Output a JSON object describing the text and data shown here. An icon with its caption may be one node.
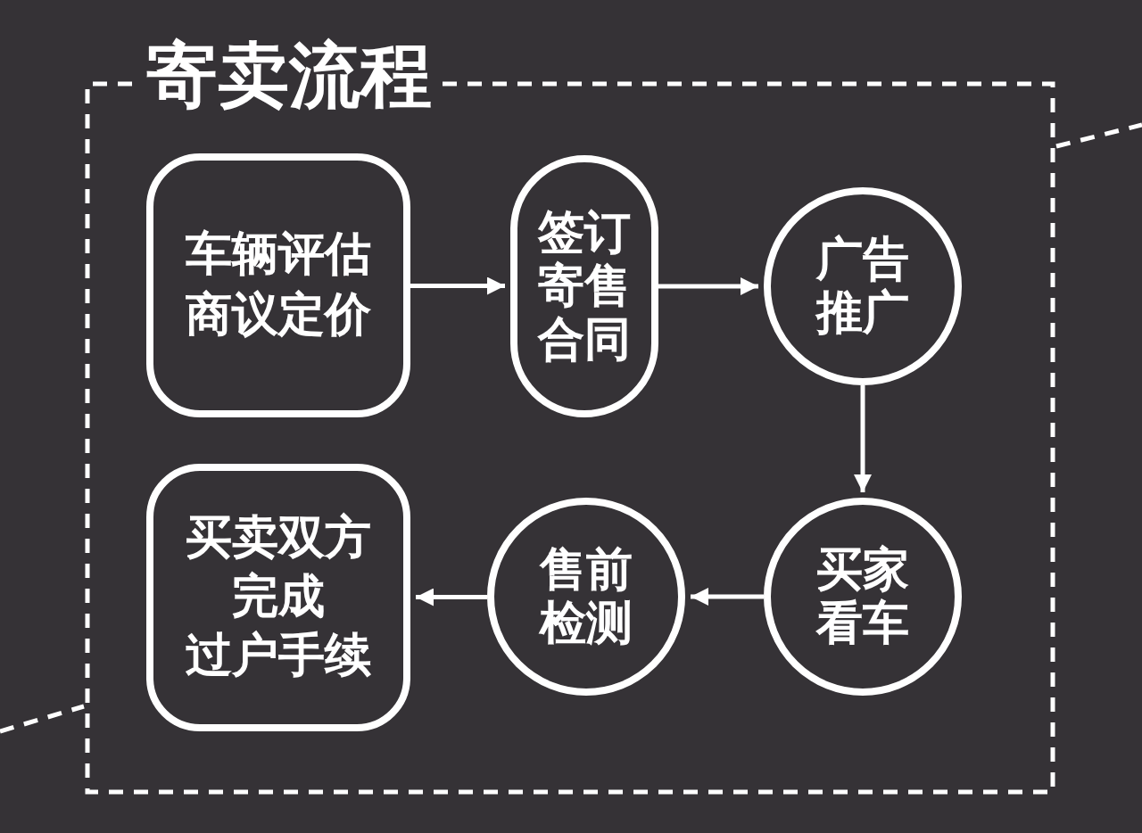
{
  "diagram": {
    "title": "寄卖流程",
    "nodes": [
      {
        "text": [
          "车辆评估商议定价"
        ]
      },
      {
        "text": [
          "签订寄售合同"
        ]
      },
      {
        "text": [
          "广告推广"
        ]
      },
      {
        "text": [
          "买家看车"
        ]
      },
      {
        "text": [
          "售前检测"
        ]
      },
      {
        "text": [
          "买卖双方完成过户手续"
        ]
      }
    ],
    "edges": [
      {
        "from": 0,
        "to": 1,
        "arrow": "to"
      },
      {
        "from": 1,
        "to": 2,
        "arrow": "to"
      },
      {
        "from": 2,
        "to": 3,
        "arrow": "to"
      },
      {
        "from": 3,
        "to": 4,
        "arrow": "to"
      },
      {
        "from": 4,
        "to": 5,
        "arrow": "to"
      }
    ]
  }
}
